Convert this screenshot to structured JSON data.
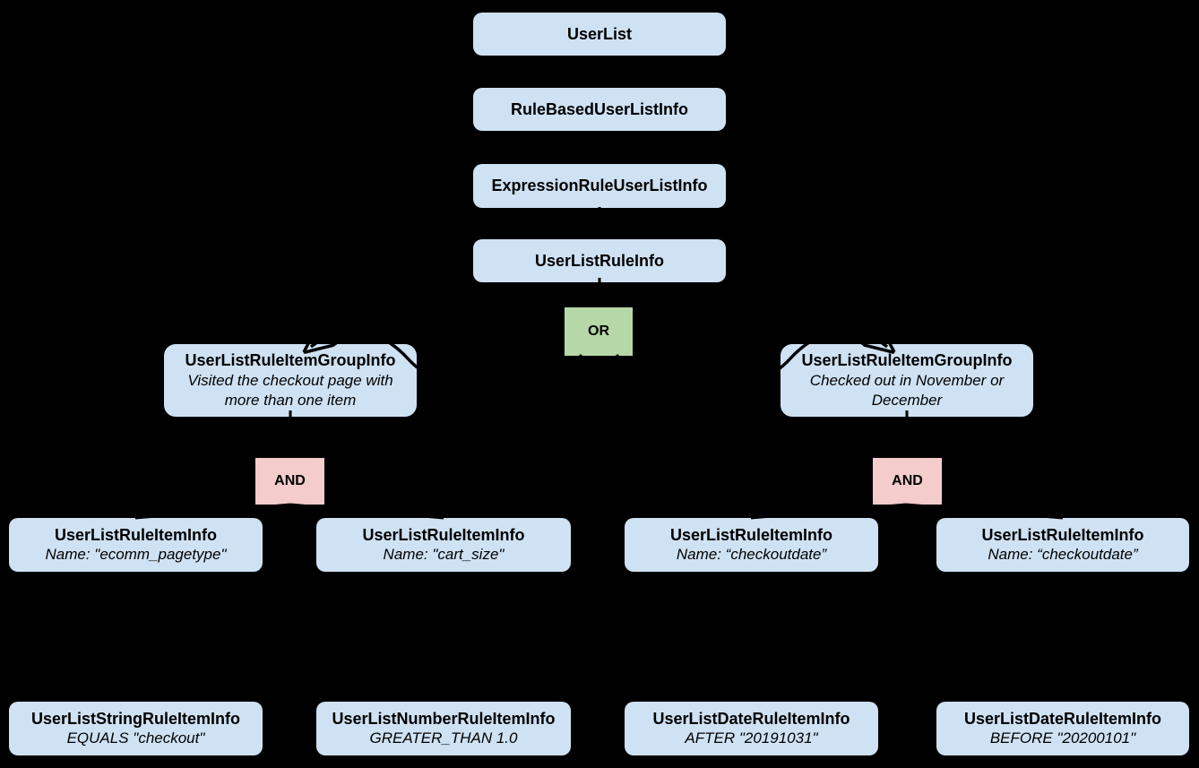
{
  "colors": {
    "background": "#000000",
    "node_fill": "#cfe2f3",
    "or_fill": "#b6d7a8",
    "and_fill": "#f4cccc",
    "edge_color": "#000000",
    "text_color": "#000000"
  },
  "nodes": {
    "userlist": {
      "title": "UserList"
    },
    "rule_based_user_list_info": {
      "title": "RuleBasedUserListInfo"
    },
    "expression_rule_user_list_info": {
      "title": "ExpressionRuleUserListInfo"
    },
    "user_list_rule_info": {
      "title": "UserListRuleInfo"
    },
    "or_operator": {
      "label": "OR"
    },
    "group_left": {
      "title": "UserListRuleItemGroupInfo",
      "desc": "Visited the checkout page with more than one item"
    },
    "group_right": {
      "title": "UserListRuleItemGroupInfo",
      "desc": "Checked out in November or December"
    },
    "and_left": {
      "label": "AND"
    },
    "and_right": {
      "label": "AND"
    },
    "item_ecomm_pagetype": {
      "title": "UserListRuleItemInfo",
      "desc": "Name: \"ecomm_pagetype\""
    },
    "item_cart_size": {
      "title": "UserListRuleItemInfo",
      "desc": "Name: \"cart_size\""
    },
    "item_checkoutdate_1": {
      "title": "UserListRuleItemInfo",
      "desc": "Name: “checkoutdate”"
    },
    "item_checkoutdate_2": {
      "title": "UserListRuleItemInfo",
      "desc": "Name: “checkoutdate”"
    },
    "string_rule_item": {
      "title": "UserListStringRuleItemInfo",
      "desc": "EQUALS \"checkout\""
    },
    "number_rule_item": {
      "title": "UserListNumberRuleItemInfo",
      "desc": "GREATER_THAN 1.0"
    },
    "date_rule_item_after": {
      "title": "UserListDateRuleItemInfo",
      "desc": "AFTER \"20191031\""
    },
    "date_rule_item_before": {
      "title": "UserListDateRuleItemInfo",
      "desc": "BEFORE \"20200101\""
    }
  }
}
